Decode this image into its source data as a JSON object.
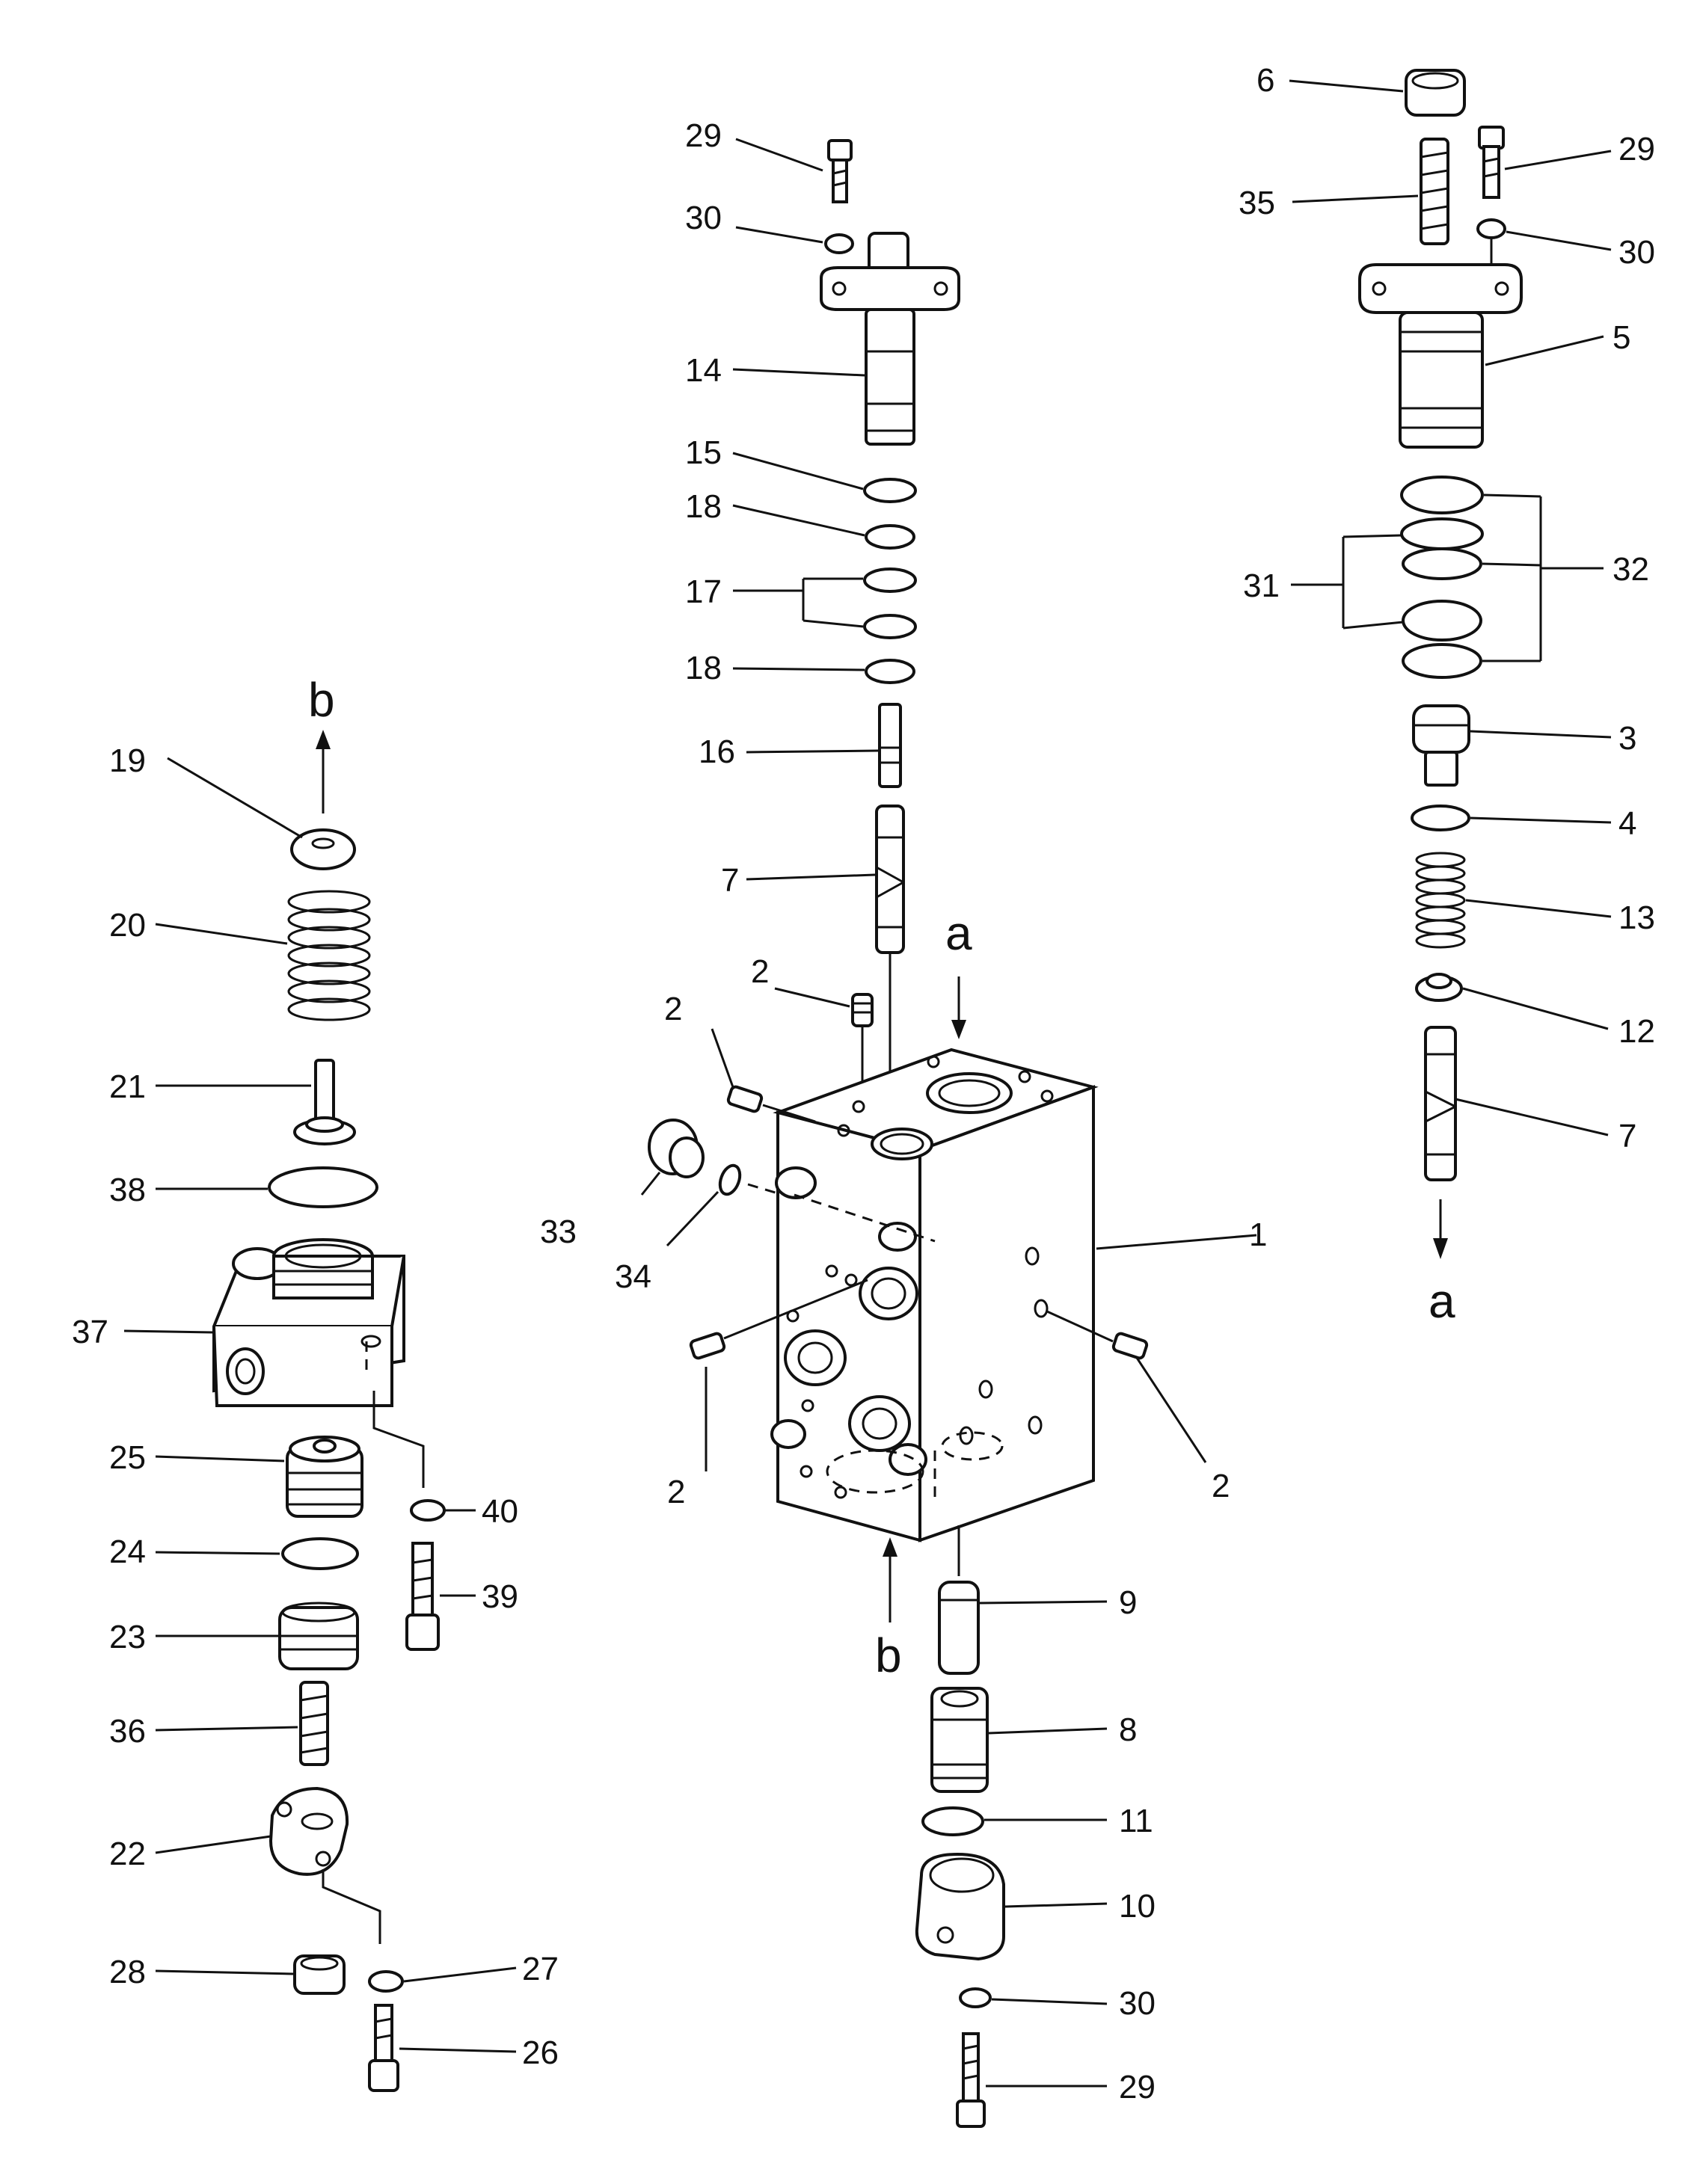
{
  "callouts": {
    "p1": "1",
    "p2a": "2",
    "p2b": "2",
    "p2c": "2",
    "p2d": "2",
    "p3": "3",
    "p4": "4",
    "p5": "5",
    "p6": "6",
    "p7a": "7",
    "p7b": "7",
    "p8": "8",
    "p9": "9",
    "p10": "10",
    "p11": "11",
    "p12": "12",
    "p13": "13",
    "p14": "14",
    "p15": "15",
    "p16": "16",
    "p17": "17",
    "p18a": "18",
    "p18b": "18",
    "p19": "19",
    "p20": "20",
    "p21": "21",
    "p22": "22",
    "p23": "23",
    "p24": "24",
    "p25": "25",
    "p26": "26",
    "p27": "27",
    "p28": "28",
    "p29a": "29",
    "p29b": "29",
    "p29c": "29",
    "p30a": "30",
    "p30b": "30",
    "p30c": "30",
    "p31": "31",
    "p32": "32",
    "p33": "33",
    "p34": "34",
    "p35": "35",
    "p36": "36",
    "p37": "37",
    "p38": "38",
    "p39": "39",
    "p40": "40"
  },
  "flow_marks": {
    "a_top": "a",
    "a_bottom": "a",
    "b_top": "b",
    "b_bottom": "b"
  }
}
